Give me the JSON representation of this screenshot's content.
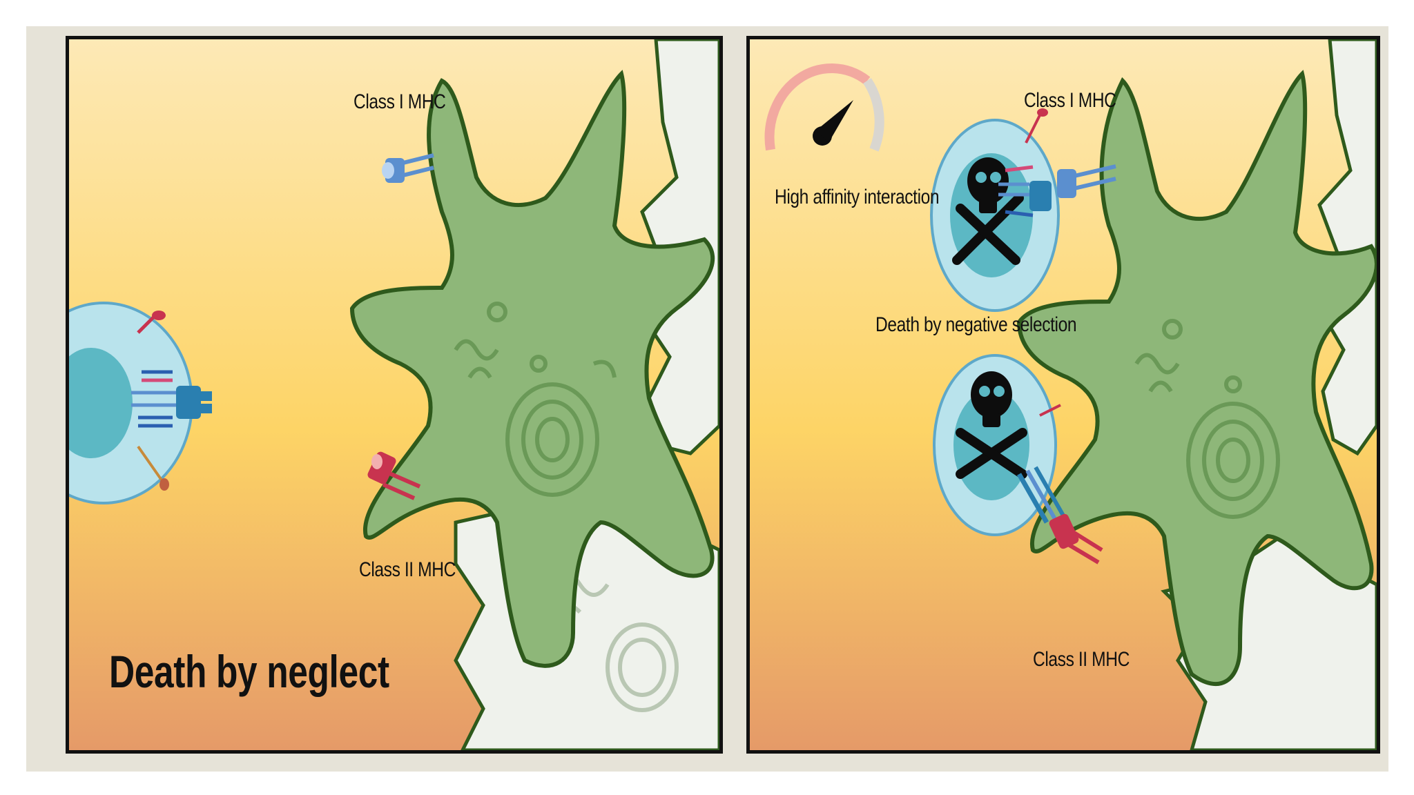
{
  "colors": {
    "bg_top": "#fde9b6",
    "bg_mid": "#fdd466",
    "bg_bottom": "#e59a68",
    "dendritic_cell": "#8eb779",
    "cell_outline": "#2e5a1c",
    "white_cell": "#eff2ec",
    "thymocyte": "#b9e3ec",
    "thymocyte_nucleus": "#5cb8c4",
    "class1_mhc": "#5b8fcf",
    "class2_mhc": "#c8334f",
    "gauge": "#f2a9a0",
    "skull": "#0d0d0d"
  },
  "left_panel": {
    "label_class1": "Class I MHC",
    "label_class2": "Class II MHC",
    "caption": "Death by neglect"
  },
  "right_panel": {
    "label_class1": "Class I MHC",
    "label_class2": "Class II MHC",
    "label_affinity": "High affinity interaction",
    "label_negative": "Death by negative selection",
    "icons": [
      "affinity-gauge-icon",
      "skull-crossbones-icon",
      "skull-crossbones-icon"
    ]
  }
}
